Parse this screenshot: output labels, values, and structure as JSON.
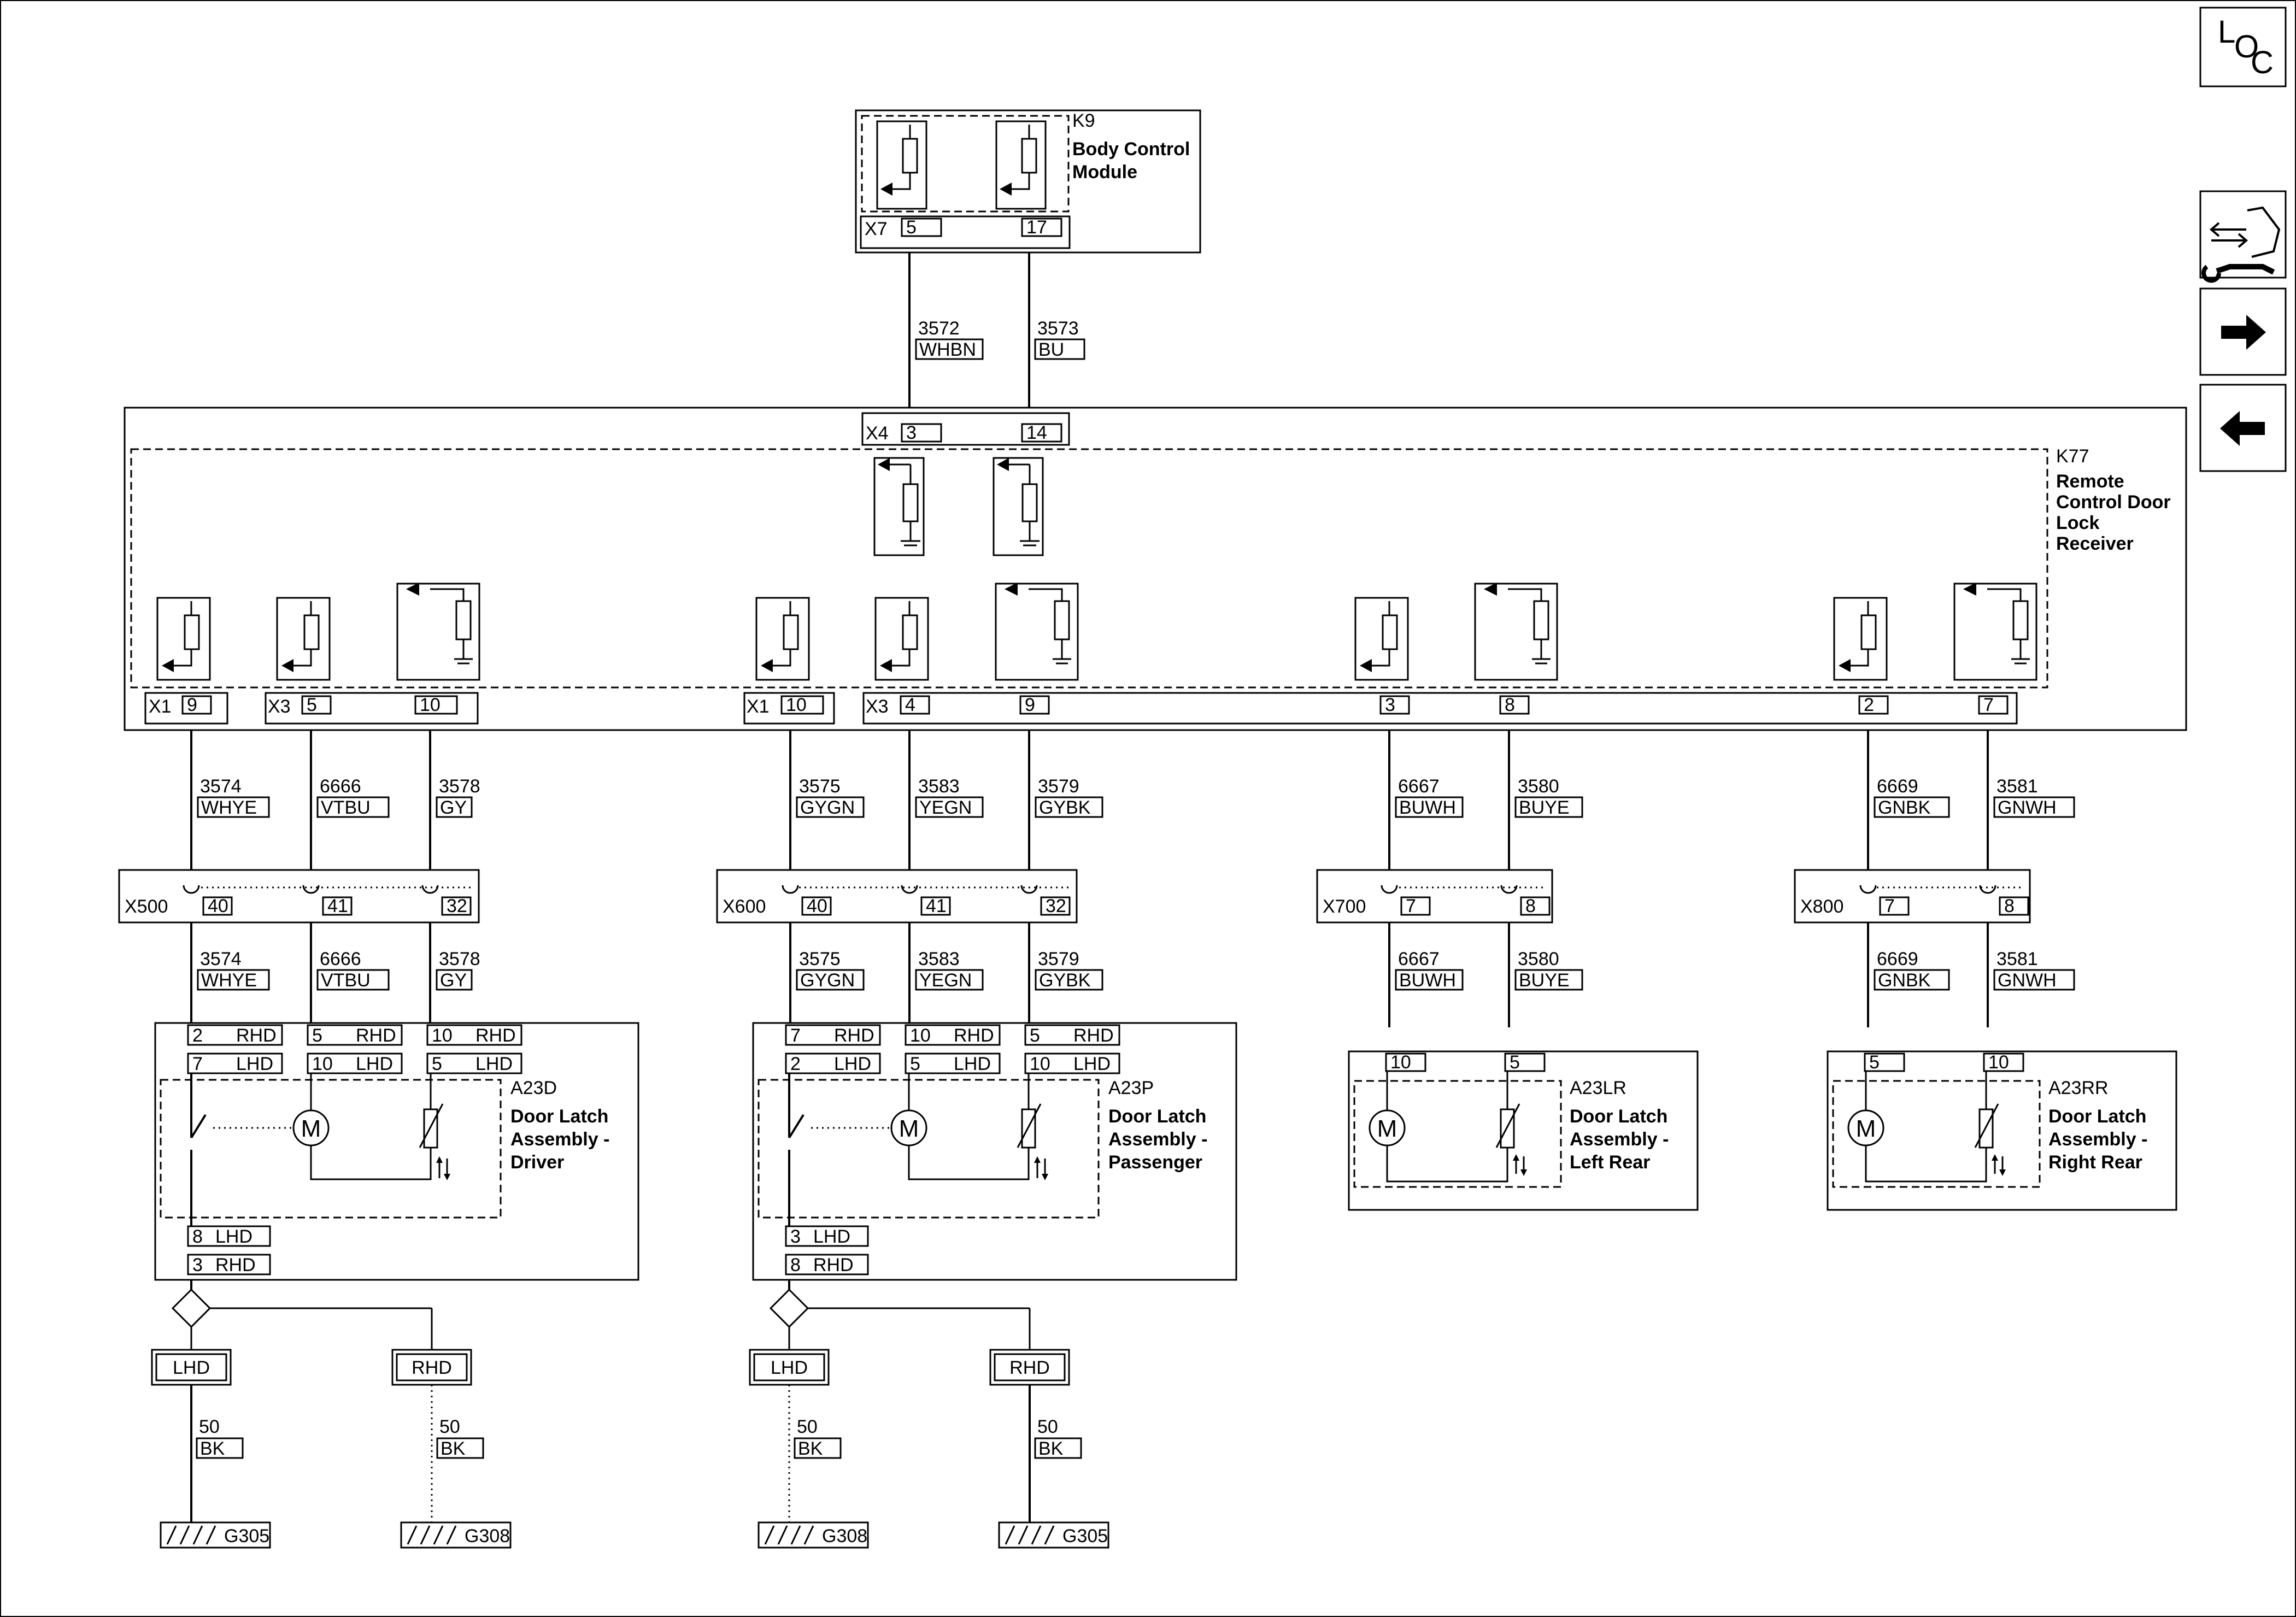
{
  "nav": {
    "loc_l": "L",
    "loc_o": "O",
    "loc_c": "C"
  },
  "k9": {
    "ref": "K9",
    "name_lines": [
      "Body Control",
      "Module"
    ],
    "conn": "X7",
    "pins": [
      "5",
      "17"
    ]
  },
  "k9_wires": [
    {
      "num": "3572",
      "color": "WHBN"
    },
    {
      "num": "3573",
      "color": "BU"
    }
  ],
  "k77": {
    "ref": "K77",
    "name_lines": [
      "Remote",
      "Control Door",
      "Lock",
      "Receiver"
    ],
    "x4_conn": "X4",
    "x4_pins": [
      "3",
      "14"
    ],
    "x1_conn": "X1",
    "x3_conn": "X3",
    "bottom_pins": [
      "9",
      "5",
      "10",
      "10",
      "4",
      "9",
      "3",
      "8",
      "2",
      "7"
    ]
  },
  "upper_wires": [
    {
      "num": "3574",
      "color": "WHYE"
    },
    {
      "num": "6666",
      "color": "VTBU"
    },
    {
      "num": "3578",
      "color": "GY"
    },
    {
      "num": "3575",
      "color": "GYGN"
    },
    {
      "num": "3583",
      "color": "YEGN"
    },
    {
      "num": "3579",
      "color": "GYBK"
    },
    {
      "num": "6667",
      "color": "BUWH"
    },
    {
      "num": "3580",
      "color": "BUYE"
    },
    {
      "num": "6669",
      "color": "GNBK"
    },
    {
      "num": "3581",
      "color": "GNWH"
    }
  ],
  "inline_connectors": [
    {
      "name": "X500",
      "pins": [
        "40",
        "41",
        "32"
      ]
    },
    {
      "name": "X600",
      "pins": [
        "40",
        "41",
        "32"
      ]
    },
    {
      "name": "X700",
      "pins": [
        "7",
        "8"
      ]
    },
    {
      "name": "X800",
      "pins": [
        "7",
        "8"
      ]
    }
  ],
  "lower_wires": [
    {
      "num": "3574",
      "color": "WHYE"
    },
    {
      "num": "6666",
      "color": "VTBU"
    },
    {
      "num": "3578",
      "color": "GY"
    },
    {
      "num": "3575",
      "color": "GYGN"
    },
    {
      "num": "3583",
      "color": "YEGN"
    },
    {
      "num": "3579",
      "color": "GYBK"
    },
    {
      "num": "6667",
      "color": "BUWH"
    },
    {
      "num": "3580",
      "color": "BUYE"
    },
    {
      "num": "6669",
      "color": "GNBK"
    },
    {
      "num": "3581",
      "color": "GNWH"
    }
  ],
  "a23d": {
    "ref": "A23D",
    "name_lines": [
      "Door Latch",
      "Assembly -",
      "Driver"
    ],
    "top_pins": [
      [
        "2",
        "RHD"
      ],
      [
        "5",
        "RHD"
      ],
      [
        "10",
        "RHD"
      ],
      [
        "7",
        "LHD"
      ],
      [
        "10",
        "LHD"
      ],
      [
        "5",
        "LHD"
      ]
    ],
    "bottom_pins": [
      [
        "8",
        "LHD"
      ],
      [
        "3",
        "RHD"
      ]
    ]
  },
  "a23p": {
    "ref": "A23P",
    "name_lines": [
      "Door Latch",
      "Assembly -",
      "Passenger"
    ],
    "top_pins": [
      [
        "7",
        "RHD"
      ],
      [
        "10",
        "RHD"
      ],
      [
        "5",
        "RHD"
      ],
      [
        "2",
        "LHD"
      ],
      [
        "5",
        "LHD"
      ],
      [
        "10",
        "LHD"
      ]
    ],
    "bottom_pins": [
      [
        "3",
        "LHD"
      ],
      [
        "8",
        "RHD"
      ]
    ]
  },
  "a23lr": {
    "ref": "A23LR",
    "name_lines": [
      "Door Latch",
      "Assembly -",
      "Left Rear"
    ],
    "pins": [
      "10",
      "5"
    ]
  },
  "a23rr": {
    "ref": "A23RR",
    "name_lines": [
      "Door Latch",
      "Assembly -",
      "Right Rear"
    ],
    "pins": [
      "5",
      "10"
    ]
  },
  "motor_label": "M",
  "variants": [
    "LHD",
    "RHD",
    "LHD",
    "RHD"
  ],
  "ground_wires": [
    {
      "num": "50",
      "color": "BK"
    },
    {
      "num": "50",
      "color": "BK"
    },
    {
      "num": "50",
      "color": "BK"
    },
    {
      "num": "50",
      "color": "BK"
    }
  ],
  "grounds": [
    "G305",
    "G308",
    "G308",
    "G305"
  ]
}
